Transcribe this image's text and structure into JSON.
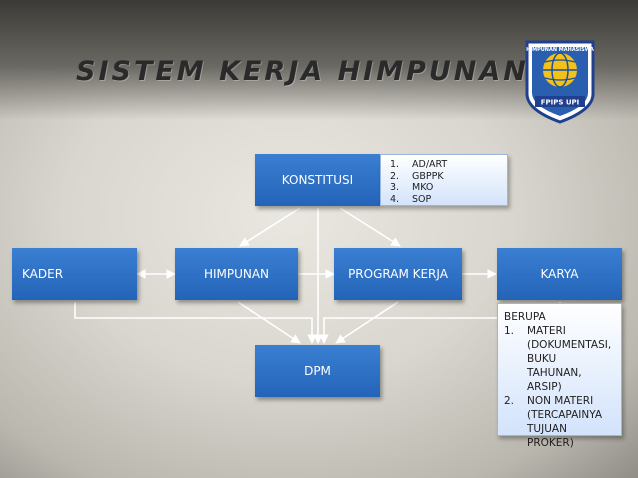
{
  "title": "SISTEM KERJA HIMPUNAN",
  "logo": {
    "text_top": "HIMPUNAN MAHASISWA",
    "text_bottom": "FPIPS UPI"
  },
  "nodes": {
    "konstitusi": "KONSTITUSI",
    "kader": "KADER",
    "himpunan": "HIMPUNAN",
    "program_kerja": "PROGRAM KERJA",
    "karya": "KARYA",
    "dpm": "DPM"
  },
  "konstitusi_note": {
    "items": [
      {
        "num": "1.",
        "text": "AD/ART"
      },
      {
        "num": "2.",
        "text": "GBPPK"
      },
      {
        "num": "3.",
        "text": "MKO"
      },
      {
        "num": "4.",
        "text": "SOP"
      }
    ]
  },
  "karya_note": {
    "header": "BERUPA",
    "items": [
      {
        "num": "1.",
        "lines": [
          "MATERI",
          "(DOKUMENTASI,",
          "BUKU",
          "TAHUNAN, ARSIP)"
        ]
      },
      {
        "num": "2.",
        "lines": [
          "NON MATERI",
          "(TERCAPAINYA",
          "TUJUAN PROKER)"
        ]
      }
    ]
  },
  "colors": {
    "box": "#2a6cc0",
    "note_bg": "#e4eefc",
    "arrow": "#ffffff"
  }
}
